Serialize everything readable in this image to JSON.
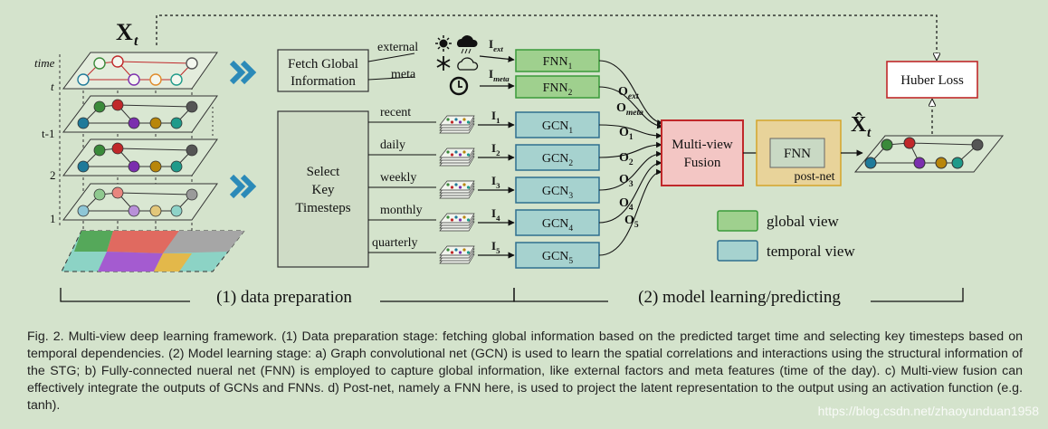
{
  "input_label": "X",
  "input_sub": "t",
  "output_label": "X̂",
  "output_sub": "t",
  "time_axis": {
    "title": "time",
    "ticks": [
      "t",
      "t-1",
      "2",
      "1"
    ]
  },
  "fetch_box": {
    "line1": "Fetch Global",
    "line2": "Information"
  },
  "select_box": {
    "line1": "Select",
    "line2": "Key",
    "line3": "Timesteps"
  },
  "global_branches": [
    {
      "label": "external",
      "input": "I",
      "input_sub": "ext",
      "fnn": "FNN",
      "fnn_sub": "1",
      "out": "O",
      "out_sub": "ext"
    },
    {
      "label": "meta",
      "input": "I",
      "input_sub": "meta",
      "fnn": "FNN",
      "fnn_sub": "2",
      "out": "O",
      "out_sub": "meta"
    }
  ],
  "temporal_branches": [
    {
      "label": "recent",
      "input": "I",
      "input_sub": "1",
      "gcn": "GCN",
      "gcn_sub": "1",
      "out": "O",
      "out_sub": "1"
    },
    {
      "label": "daily",
      "input": "I",
      "input_sub": "2",
      "gcn": "GCN",
      "gcn_sub": "2",
      "out": "O",
      "out_sub": "2"
    },
    {
      "label": "weekly",
      "input": "I",
      "input_sub": "3",
      "gcn": "GCN",
      "gcn_sub": "3",
      "out": "O",
      "out_sub": "3"
    },
    {
      "label": "monthly",
      "input": "I",
      "input_sub": "4",
      "gcn": "GCN",
      "gcn_sub": "4",
      "out": "O",
      "out_sub": "4"
    },
    {
      "label": "quarterly",
      "input": "I",
      "input_sub": "5",
      "gcn": "GCN",
      "gcn_sub": "5",
      "out": "O",
      "out_sub": "5"
    }
  ],
  "fusion_box": {
    "line1": "Multi-view",
    "line2": "Fusion"
  },
  "postnet": {
    "inner": "FNN",
    "label": "post-net"
  },
  "loss_box": "Huber Loss",
  "legend": [
    {
      "label": "global view",
      "color": "#9fd08e",
      "stroke": "#3a9a3a"
    },
    {
      "label": "temporal view",
      "color": "#a6d2cf",
      "stroke": "#2f6f8f"
    }
  ],
  "stages": [
    "(1) data preparation",
    "(2) model learning/predicting"
  ],
  "caption": "Fig. 2. Multi-view deep learning framework. (1) Data preparation stage: fetching global information based on the predicted target time and selecting key timesteps based on temporal dependencies. (2) Model learning stage: a) Graph convolutional net (GCN) is used to learn the spatial correlations and interactions using the structural information of the STG; b) Fully-connected nueral net (FNN) is employed to capture global information, like external factors and meta features (time of the day). c) Multi-view fusion can effectively integrate the outputs of GCNs and FNNs. d) Post-net, namely a FNN here, is used to project the latent representation to the output using an activation function (e.g. tanh).",
  "watermark": "https://blog.csdn.net/zhaoyunduan1958",
  "colors": {
    "background": "#d4e3cc",
    "global_fill": "#9fd08e",
    "global_stroke": "#3a9a3a",
    "temporal_fill": "#a6d2cf",
    "temporal_stroke": "#2f6f8f",
    "fusion_fill": "#f3c6c4",
    "fusion_stroke": "#c0282a",
    "postnet_fill": "#e8d39a",
    "postnet_stroke": "#d4a52a",
    "select_fill": "#cfdcc6",
    "arrow_blue": "#2b8ab8"
  }
}
